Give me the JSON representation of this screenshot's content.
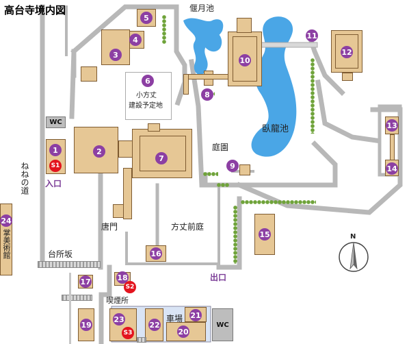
{
  "title": "高台寺境内図",
  "labels": {
    "engetsuchi": "偃月池",
    "garyuchi": "臥龍池",
    "teien": "庭園",
    "karamon": "唐門",
    "hojozentei": "方丈前庭",
    "daidokorozaka": "台所坂",
    "kitsuenjo": "喫煙所",
    "shajo": "車場",
    "iriguchi": "入口",
    "deguchi": "出口",
    "nenenomichi": "ねねの道",
    "shobijutsukan": "掌美術館",
    "kohojo_1": "小方丈",
    "kohojo_2": "建設予定地",
    "north": "N",
    "wc_1": "WC",
    "wc_2": "WC"
  },
  "markers": [
    "1",
    "2",
    "3",
    "4",
    "5",
    "6",
    "7",
    "8",
    "9",
    "10",
    "11",
    "12",
    "13",
    "14",
    "15",
    "16",
    "17",
    "18",
    "19",
    "20",
    "21",
    "22",
    "23",
    "24"
  ],
  "red_markers": [
    "S1",
    "S2",
    "S3"
  ],
  "colors": {
    "building": "#e6c795",
    "building_border": "#7d5a30",
    "path": "#b8b8b8",
    "water": "#4aa6e6",
    "hedge": "#6fa33a",
    "marker": "#8c3fa3",
    "marker_red": "#e3141e",
    "entrance_text": "#7a3b96",
    "wc": "#bdbdbd"
  }
}
